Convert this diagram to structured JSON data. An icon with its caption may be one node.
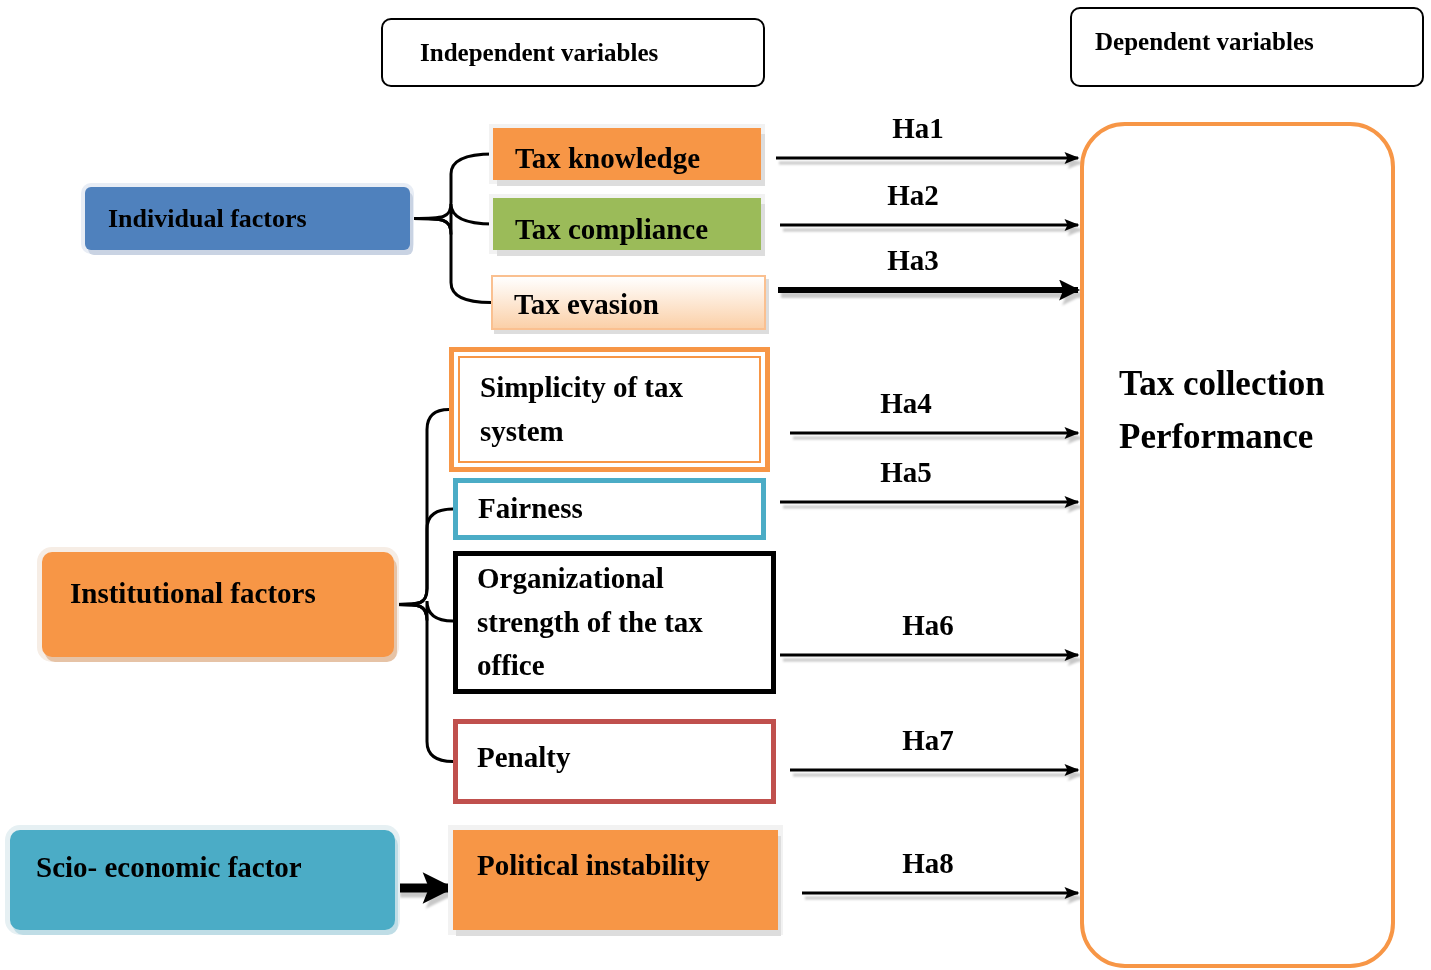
{
  "diagram": {
    "nodes": [
      {
        "text": [
          "Independent variables"
        ]
      },
      {
        "text": [
          "Dependent variables"
        ]
      },
      {
        "text": [
          "Individual factors"
        ]
      },
      {
        "text": [
          "Tax knowledge"
        ]
      },
      {
        "text": [
          "Tax compliance"
        ]
      },
      {
        "text": [
          "Tax evasion"
        ]
      },
      {
        "text": [
          "Simplicity of tax system"
        ]
      },
      {
        "text": [
          "Fairness"
        ]
      },
      {
        "text": [
          "Organizational strength of the tax office"
        ]
      },
      {
        "text": [
          "Penalty"
        ]
      },
      {
        "text": [
          "Institutional factors"
        ]
      },
      {
        "text": [
          "Scio- economic factor"
        ]
      },
      {
        "text": [
          "Political instability"
        ]
      },
      {
        "text": [
          "Tax collection Performance"
        ]
      }
    ],
    "edges": [
      {
        "from": 2,
        "to": 3,
        "arrow": "none"
      },
      {
        "from": 2,
        "to": 4,
        "arrow": "none"
      },
      {
        "from": 2,
        "to": 5,
        "arrow": "none"
      },
      {
        "from": 10,
        "to": 6,
        "arrow": "none"
      },
      {
        "from": 10,
        "to": 7,
        "arrow": "none"
      },
      {
        "from": 10,
        "to": 8,
        "arrow": "none"
      },
      {
        "from": 10,
        "to": 9,
        "arrow": "none"
      },
      {
        "from": 11,
        "to": 12,
        "arrow": "to",
        "style": "thick"
      },
      {
        "from": 3,
        "to": 13,
        "arrow": "to",
        "label": "Ha1"
      },
      {
        "from": 4,
        "to": 13,
        "arrow": "to",
        "label": "Ha2"
      },
      {
        "from": 5,
        "to": 13,
        "arrow": "to",
        "label": "Ha3",
        "style": "thick"
      },
      {
        "from": 6,
        "to": 13,
        "arrow": "to",
        "label": "Ha4"
      },
      {
        "from": 7,
        "to": 13,
        "arrow": "to",
        "label": "Ha5"
      },
      {
        "from": 8,
        "to": 13,
        "arrow": "to",
        "label": "Ha6"
      },
      {
        "from": 9,
        "to": 13,
        "arrow": "to",
        "label": "Ha7"
      },
      {
        "from": 12,
        "to": 13,
        "arrow": "to",
        "label": "Ha8"
      }
    ]
  }
}
